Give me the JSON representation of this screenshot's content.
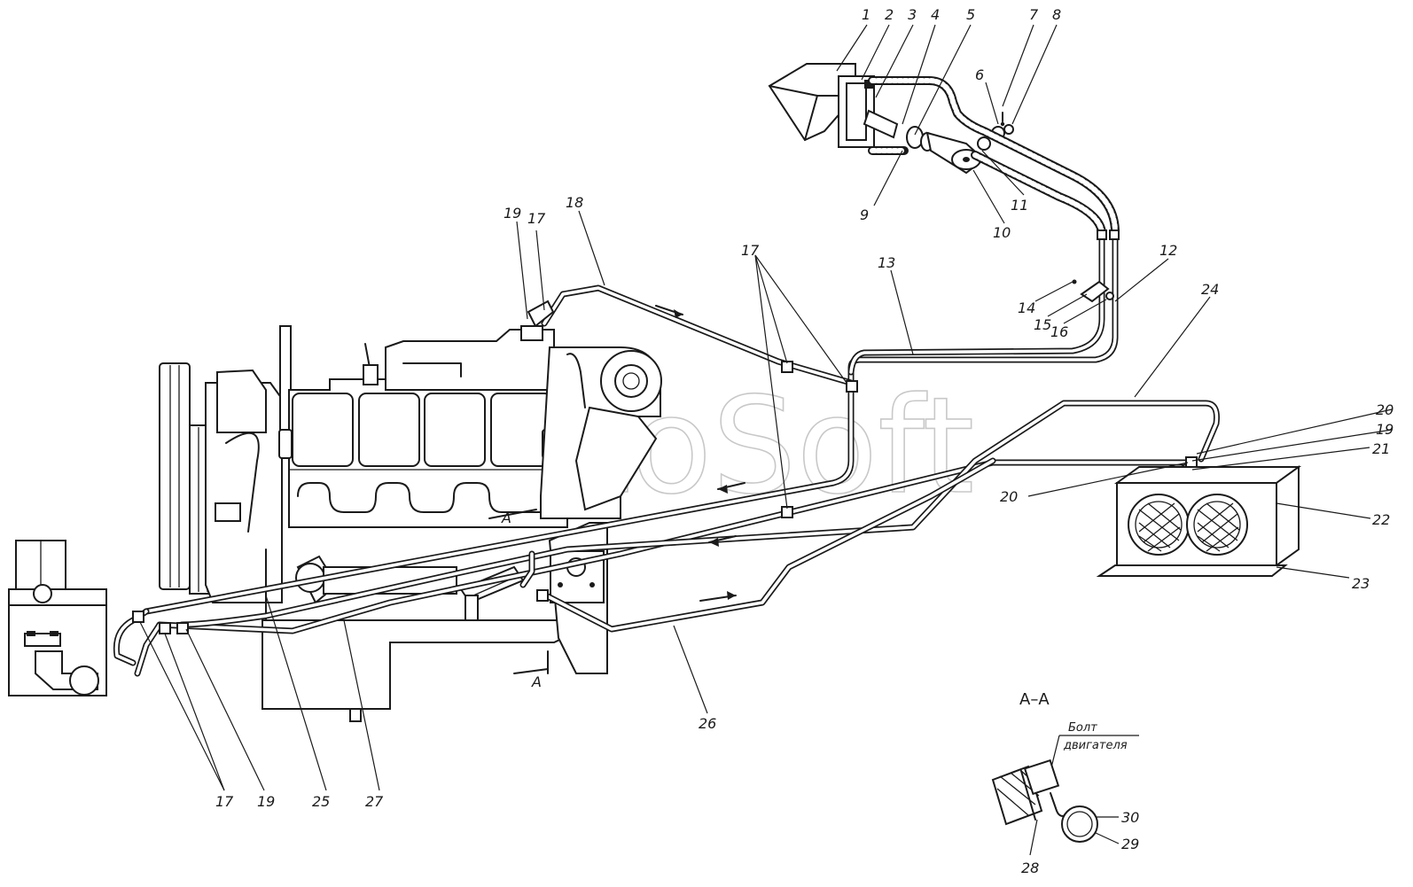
{
  "watermark": "AutoSoft",
  "section": {
    "title": "А–А",
    "note_line1": "Болт",
    "note_line2": "двигателя"
  },
  "view_marks": {
    "a_upper": "А",
    "a_lower": "А"
  },
  "callouts": {
    "c1": "1",
    "c2": "2",
    "c3": "3",
    "c4": "4",
    "c5": "5",
    "c6": "6",
    "c7": "7",
    "c8": "8",
    "c9": "9",
    "c10": "10",
    "c11": "11",
    "c12": "12",
    "c13": "13",
    "c14": "14",
    "c15": "15",
    "c16": "16",
    "c17a": "17",
    "c17b": "17",
    "c17c": "17",
    "c18": "18",
    "c19a": "19",
    "c19b": "19",
    "c19c": "19",
    "c20a": "20",
    "c20b": "20",
    "c21": "21",
    "c22": "22",
    "c23": "23",
    "c24": "24",
    "c25": "25",
    "c26": "26",
    "c27": "27",
    "c28": "28",
    "c29": "29",
    "c30": "30"
  }
}
